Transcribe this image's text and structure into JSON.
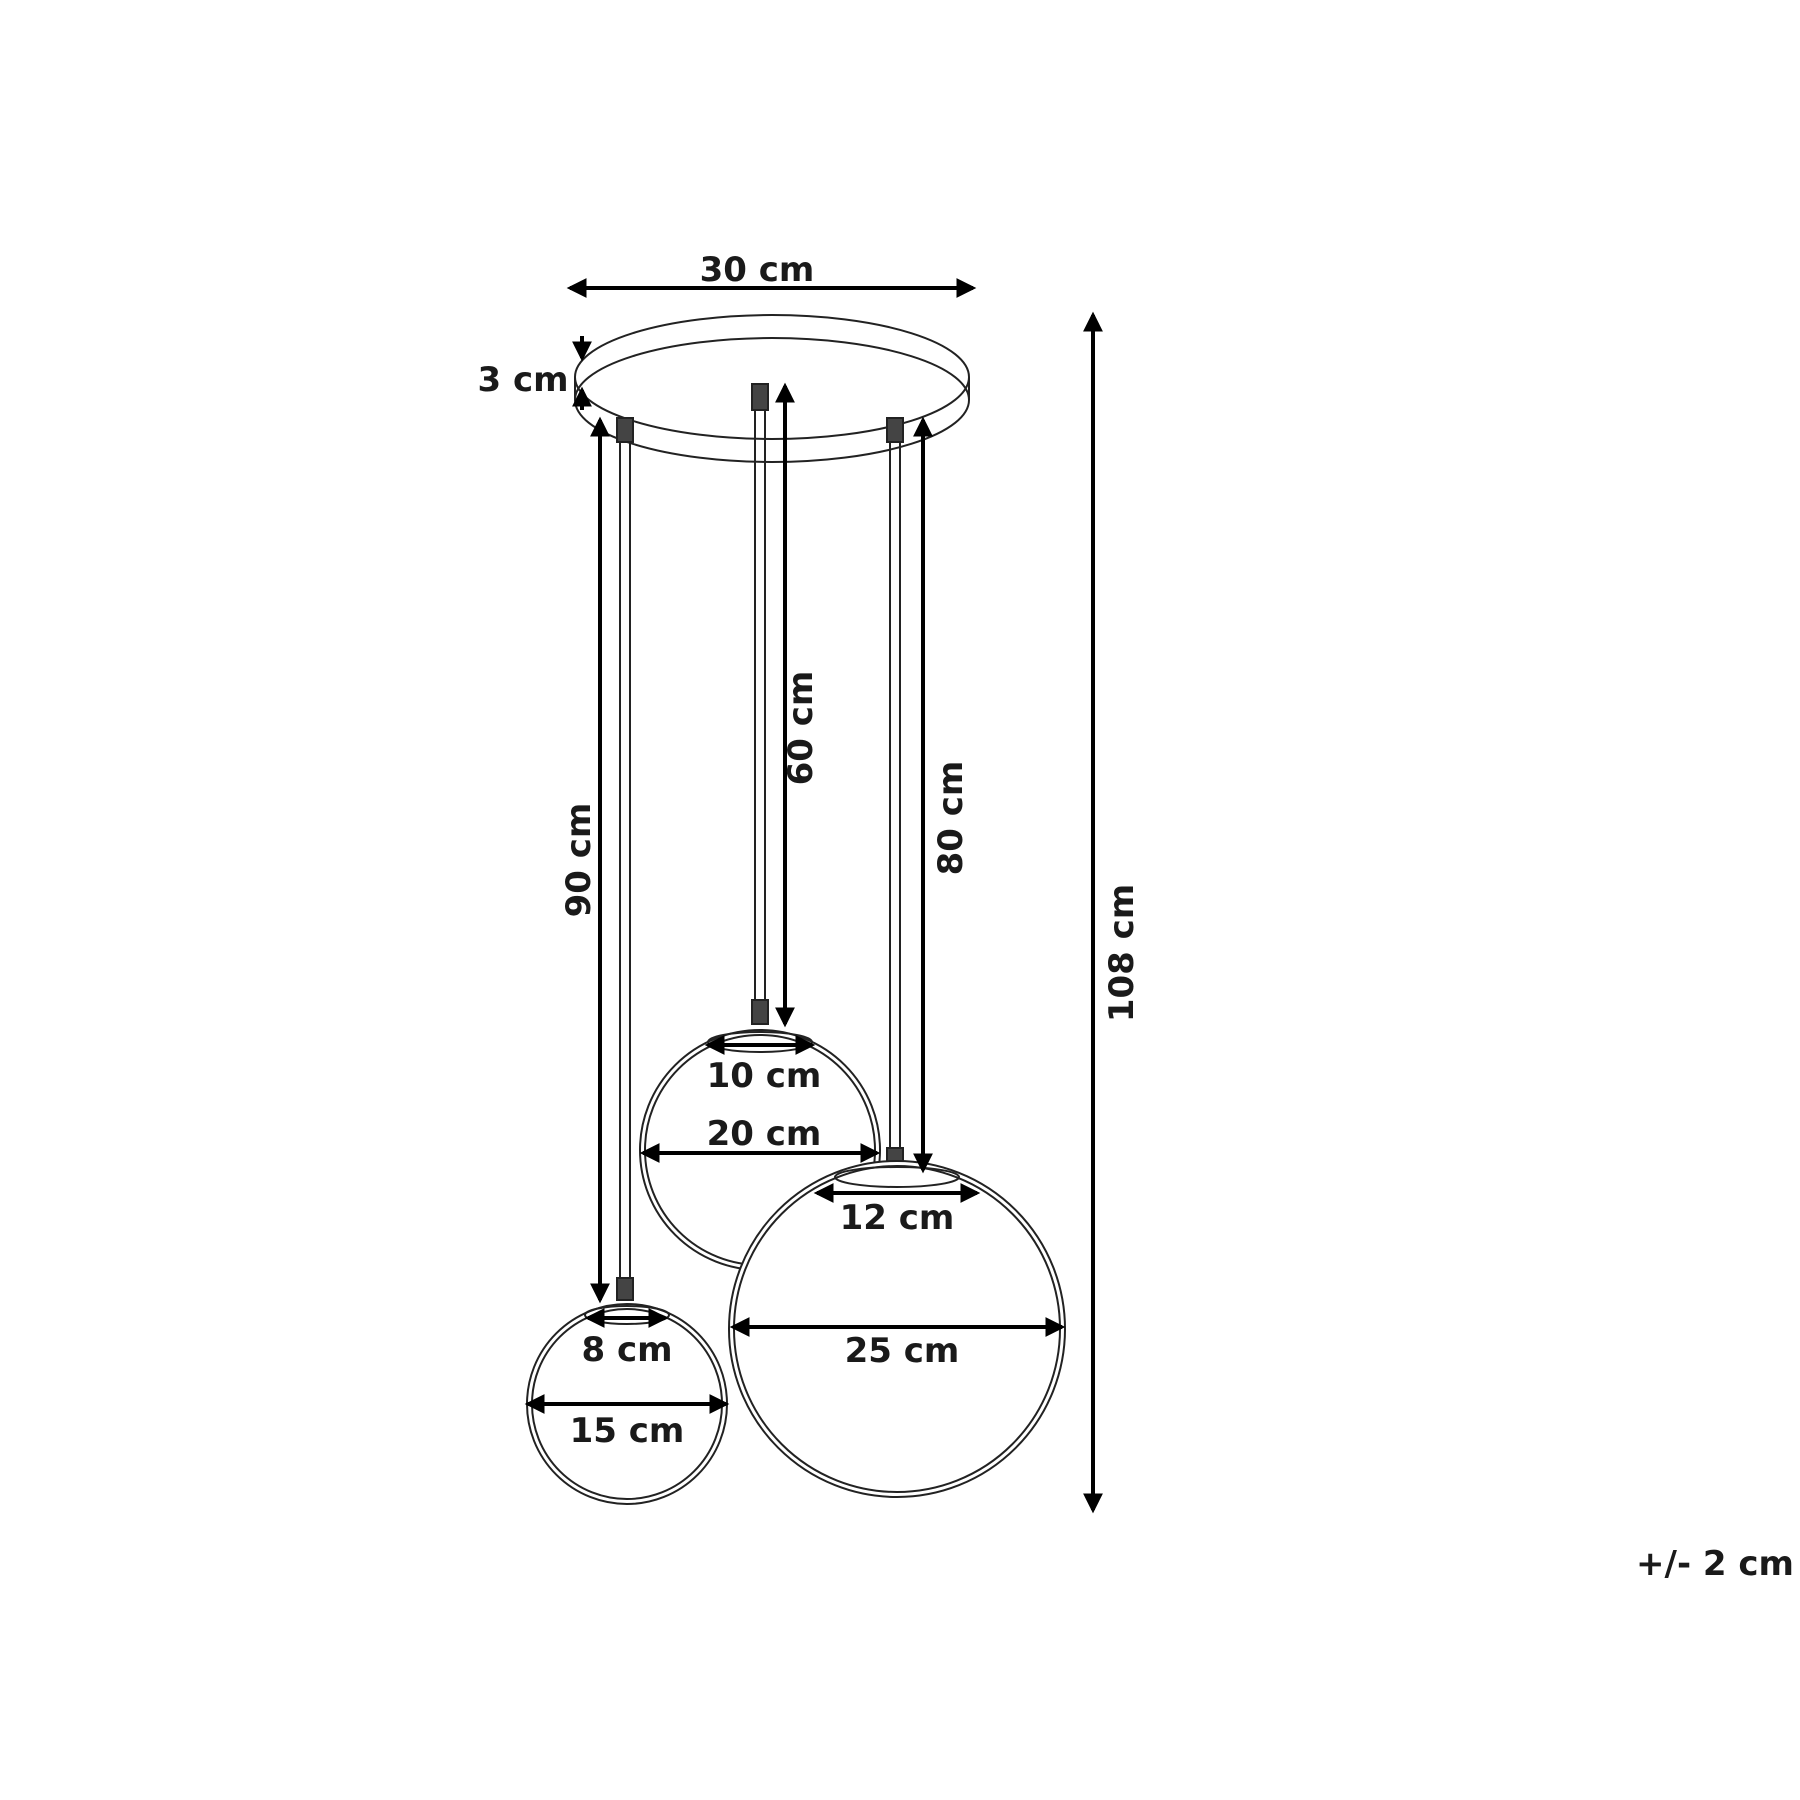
{
  "dimensions": {
    "canopy_width": "30 cm",
    "canopy_height": "3 cm",
    "cord_left": "90 cm",
    "cord_middle": "60 cm",
    "cord_right": "80 cm",
    "overall_height": "108 cm",
    "mid_opening": "10 cm",
    "mid_diameter": "20 cm",
    "right_opening": "12 cm",
    "right_diameter": "25 cm",
    "left_opening": "8 cm",
    "left_diameter": "15 cm"
  },
  "tolerance": "+/- 2 cm"
}
